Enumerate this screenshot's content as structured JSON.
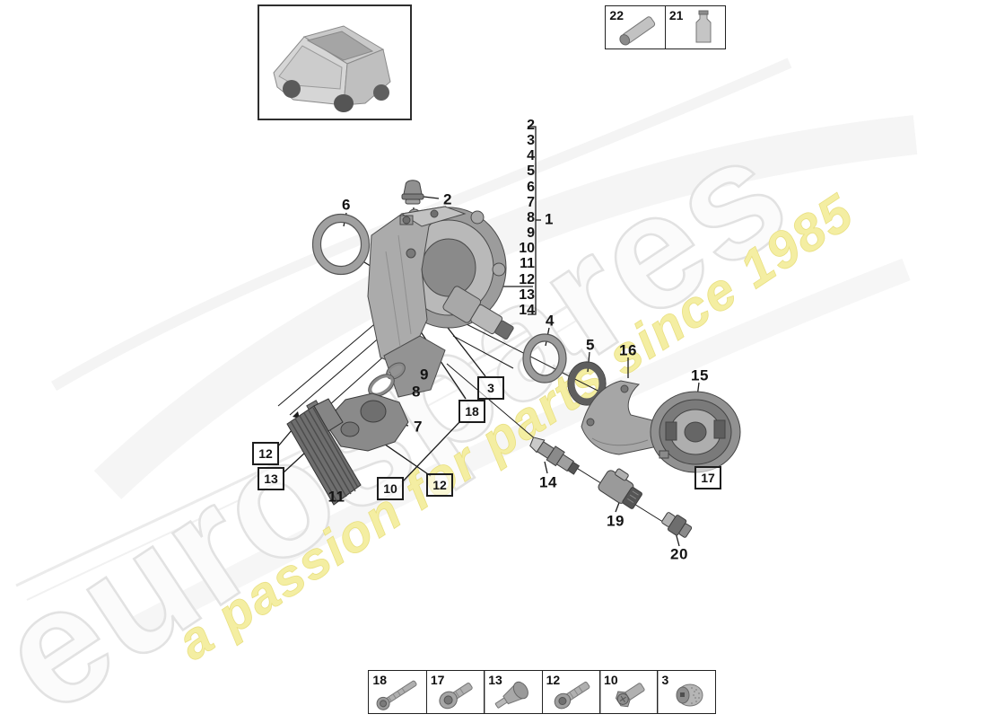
{
  "watermark": {
    "brand": "eurospares",
    "tagline": "a passion for parts since 1985",
    "brand_color": "#fbfbfb",
    "brand_outline": "#e2e2e2",
    "tagline_color": "#f4eea2"
  },
  "top_parts": {
    "items": [
      {
        "label": "22",
        "icon": "grease-tube-icon"
      },
      {
        "label": "21",
        "icon": "oil-bottle-icon"
      }
    ]
  },
  "assembly_group": {
    "label": "1",
    "items": [
      "2",
      "3",
      "4",
      "5",
      "6",
      "7",
      "8",
      "9",
      "10",
      "11",
      "12",
      "13",
      "14"
    ]
  },
  "callouts": {
    "n6": "6",
    "n2": "2",
    "n4": "4",
    "n5": "5",
    "n16": "16",
    "n15": "15",
    "n9": "9",
    "n8": "8",
    "n7": "7",
    "n11": "11",
    "n14": "14",
    "n19": "19",
    "n20": "20"
  },
  "boxed_callouts": {
    "b3": "3",
    "b18": "18",
    "b12a": "12",
    "b13": "13",
    "b10": "10",
    "b12b": "12",
    "b17": "17"
  },
  "bottom_strip": {
    "items": [
      {
        "label": "18",
        "icon": "long-bolt-icon"
      },
      {
        "label": "17",
        "icon": "cap-screw-icon"
      },
      {
        "label": "13",
        "icon": "breather-plug-icon"
      },
      {
        "label": "12",
        "icon": "socket-bolt-icon"
      },
      {
        "label": "10",
        "icon": "flanged-screw-icon"
      },
      {
        "label": "3",
        "icon": "knurled-nut-icon"
      }
    ]
  },
  "colors": {
    "line": "#1a1a1a",
    "part_gray": "#ababab",
    "accent_yellow": "#f4eea2"
  }
}
